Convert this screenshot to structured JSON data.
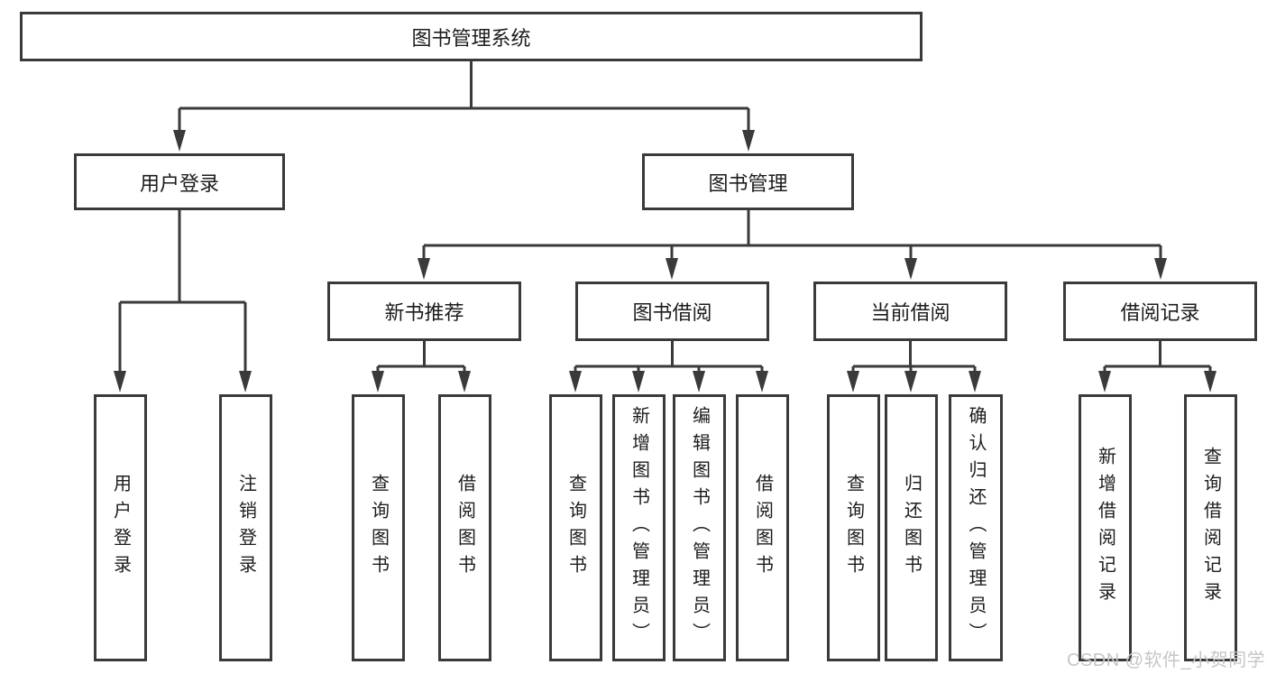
{
  "tree": {
    "root": "图书管理系统",
    "children": [
      {
        "label": "用户登录",
        "children": [
          {
            "label": "用户登录"
          },
          {
            "label": "注销登录"
          }
        ]
      },
      {
        "label": "图书管理",
        "children": [
          {
            "label": "新书推荐",
            "children": [
              {
                "label": "查询图书"
              },
              {
                "label": "借阅图书"
              }
            ]
          },
          {
            "label": "图书借阅",
            "children": [
              {
                "label": "查询图书"
              },
              {
                "label": "新增图书（管理员）"
              },
              {
                "label": "编辑图书（管理员）"
              },
              {
                "label": "借阅图书"
              }
            ]
          },
          {
            "label": "当前借阅",
            "children": [
              {
                "label": "查询图书"
              },
              {
                "label": "归还图书"
              },
              {
                "label": "确认归还（管理员）"
              }
            ]
          },
          {
            "label": "借阅记录",
            "children": [
              {
                "label": "新增借阅记录"
              },
              {
                "label": "查询借阅记录"
              }
            ]
          }
        ]
      }
    ]
  },
  "watermark": "CSDN @软件_小贺同学",
  "colors": {
    "line": "#3a3a3a",
    "box_border": "#3a3a3a",
    "text": "#1c1c1c",
    "background": "#ffffff",
    "watermark": "#c6c6c6"
  }
}
